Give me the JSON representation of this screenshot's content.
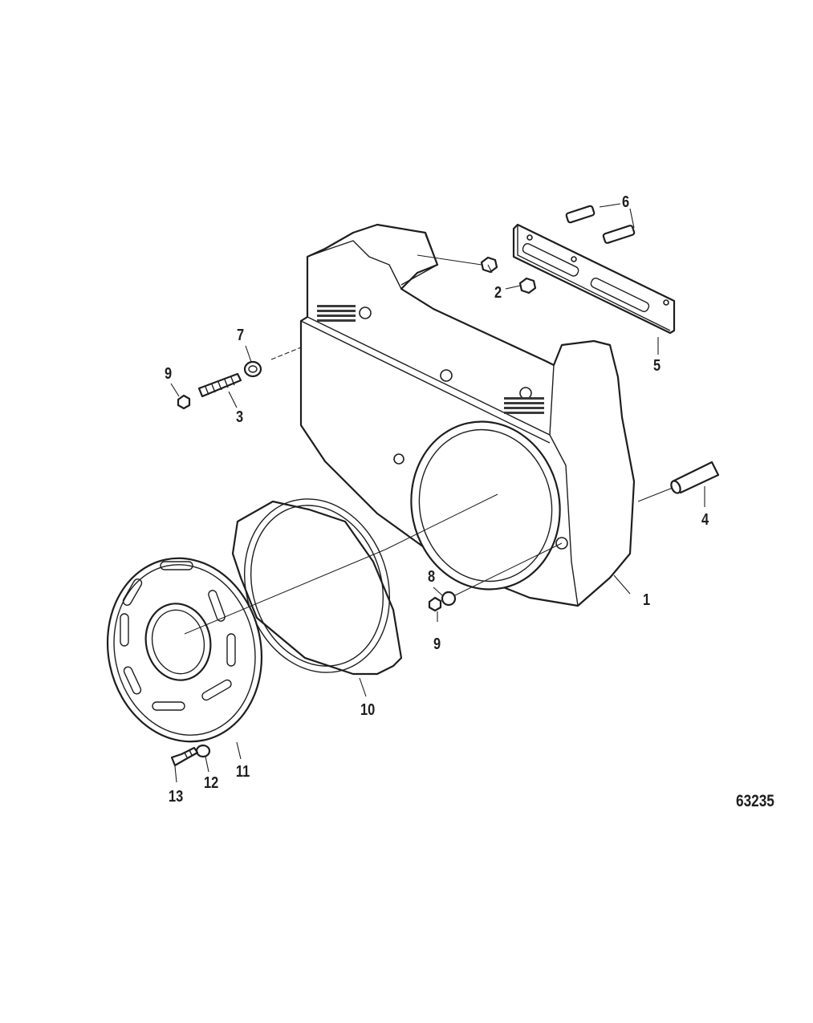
{
  "figure_number": "63235",
  "callouts": {
    "c1": "1",
    "c2": "2",
    "c3": "3",
    "c4": "4",
    "c5": "5",
    "c6": "6",
    "c7": "7",
    "c8": "8",
    "c9a": "9",
    "c9b": "9",
    "c10": "10",
    "c11": "11",
    "c12": "12",
    "c13": "13"
  },
  "colors": {
    "line": "#1e1e1e",
    "background": "#ffffff"
  }
}
